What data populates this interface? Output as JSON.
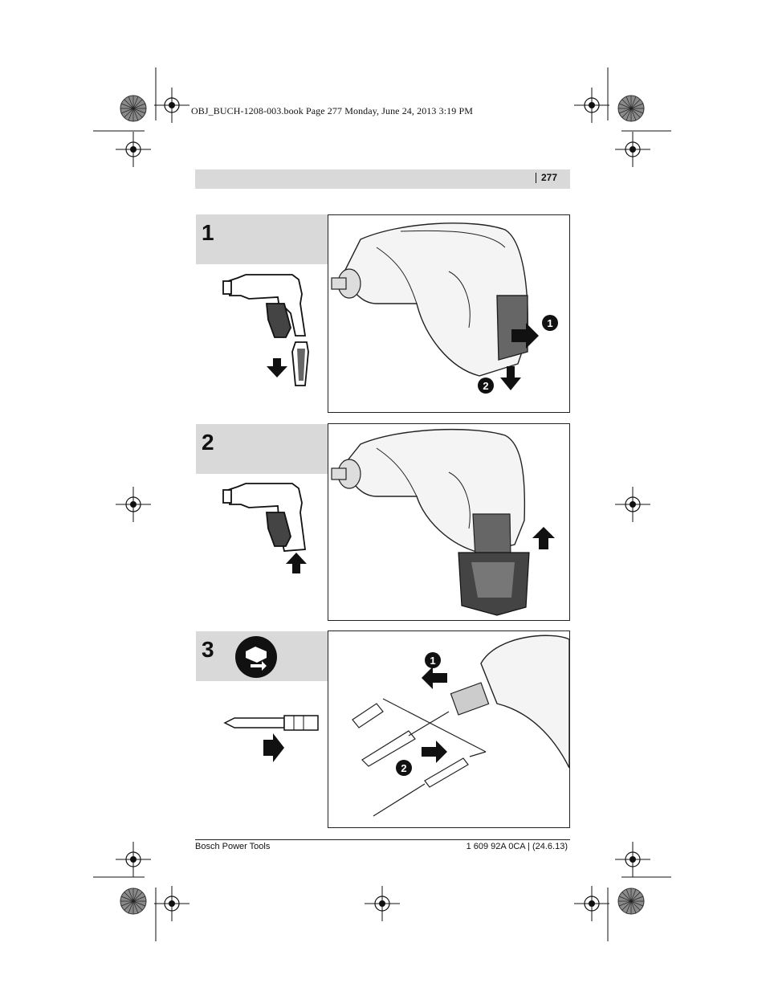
{
  "print_header": "OBJ_BUCH-1208-003.book  Page 277  Monday, June 24, 2013  3:19 PM",
  "page_number": "277",
  "steps": [
    {
      "number": "1",
      "callouts": [
        "1",
        "2"
      ]
    },
    {
      "number": "2",
      "callouts": []
    },
    {
      "number": "3",
      "callouts": [
        "1",
        "2"
      ]
    }
  ],
  "footer": {
    "left": "Bosch Power Tools",
    "right": "1 609 92A 0CA | (24.6.13)"
  },
  "icons": [
    "registration-mark-icon",
    "color-wheel-icon",
    "arrow-icon",
    "bit-change-icon",
    "number-badge-icon"
  ],
  "colors": {
    "tab_gray": "#d9d9d9",
    "line": "#222222",
    "dark_gray": "#555555"
  }
}
